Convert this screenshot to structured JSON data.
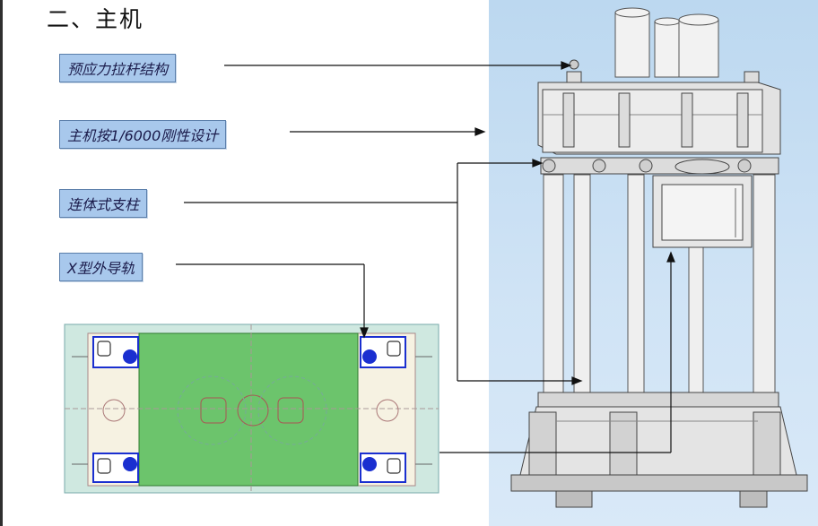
{
  "title": "二、主机",
  "labels": [
    {
      "id": "prestressed-tie-rod",
      "text": "预应力拉杆结构"
    },
    {
      "id": "rigidity-design",
      "text": "主机按1/6000刚性设计"
    },
    {
      "id": "integrated-column",
      "text": "连体式支柱"
    },
    {
      "id": "x-type-guide",
      "text": "X型外导轨"
    }
  ],
  "colors": {
    "label_bg": "#a8c8ec",
    "machine_bg": "#cfe3f5",
    "plate_green": "#6cc46c",
    "bolt_blue": "#1a2fd0"
  }
}
